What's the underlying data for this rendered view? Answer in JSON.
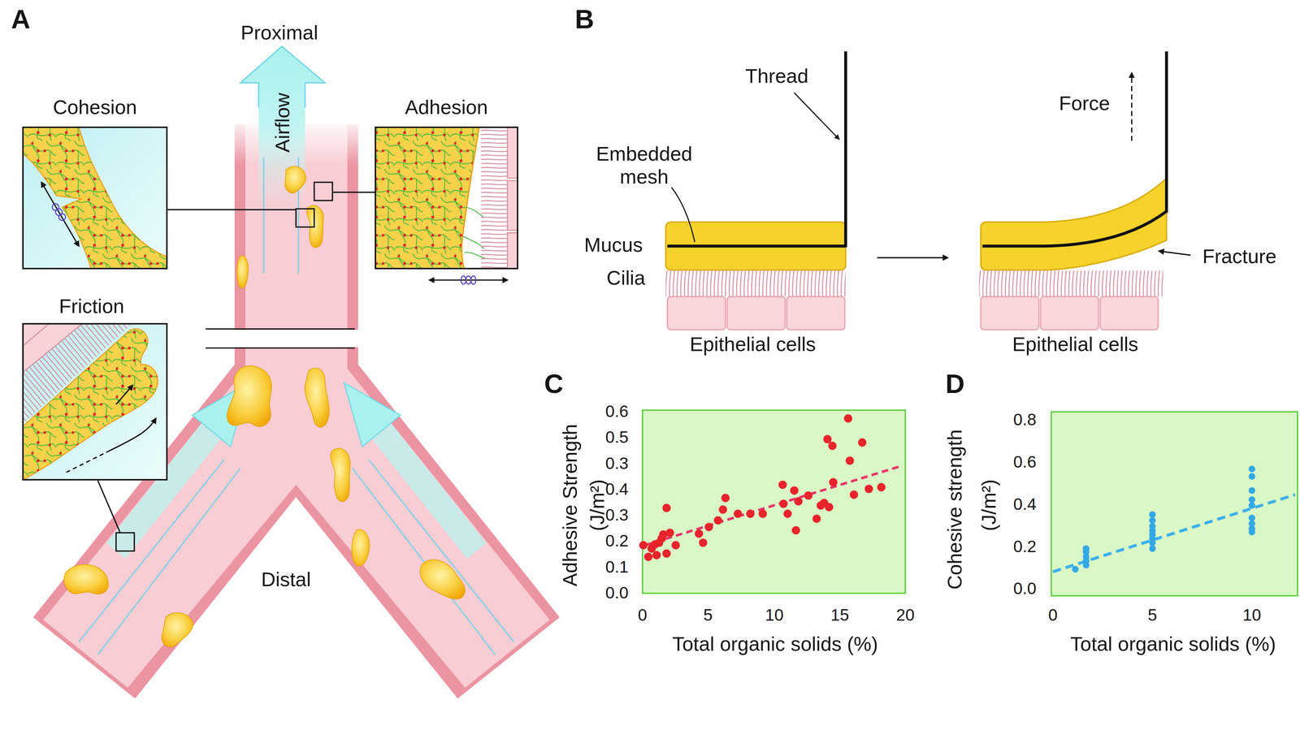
{
  "diagram": {
    "nodes": [
      {
        "text": [
          "Cohesion"
        ]
      },
      {
        "text": [
          "Adhesion"
        ]
      },
      {
        "text": [
          "Friction"
        ]
      }
    ],
    "labels": [
      "A",
      "Proximal",
      "Airflow",
      "Distal",
      "B",
      "Thread",
      "Embedded mesh",
      "Mucus",
      "Cilia",
      "Epithelial cells",
      "Force",
      "Fracture",
      "Epithelial cells",
      "C",
      "Adhesive Strength",
      "(J/m²)",
      "0.6",
      "0.5",
      "0.3",
      "0.4",
      "0.3",
      "0.2",
      "0.1",
      "0.0",
      "0",
      "5",
      "10",
      "15",
      "20",
      "Total organic solids (%)",
      "D",
      "Cohesive strength",
      "(J/m²)",
      "0.8",
      "0.6",
      "0.4",
      "0.2",
      "0.0",
      "0",
      "5",
      "10",
      "Total organic solids (%)"
    ]
  }
}
